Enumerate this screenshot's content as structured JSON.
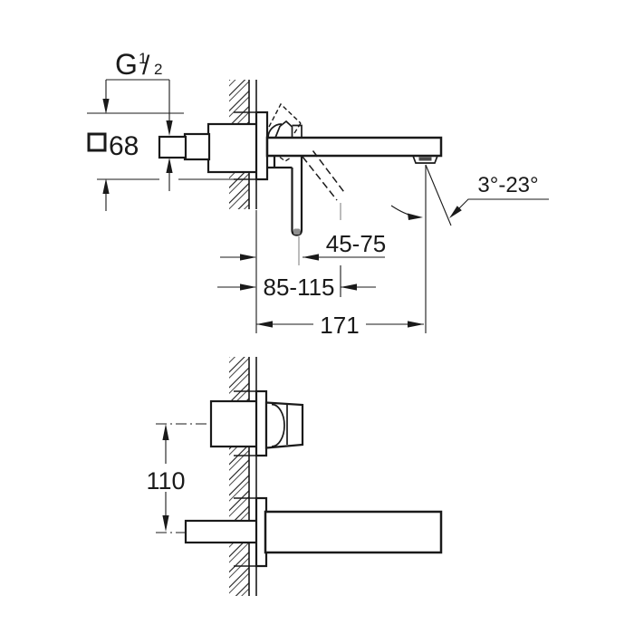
{
  "labels": {
    "thread_prefix": "G",
    "thread_numerator": "1",
    "thread_slash": "/",
    "thread_denominator": "2",
    "plate_size": "68",
    "lever_min_range": "45-75",
    "lever_max_range": "85-115",
    "spout_projection": "171",
    "spray_angle": "3°-23°",
    "center_distance": "110"
  },
  "colors": {
    "line": "#1a1a1a",
    "gray": "#8f8f8f",
    "background": "#ffffff"
  }
}
